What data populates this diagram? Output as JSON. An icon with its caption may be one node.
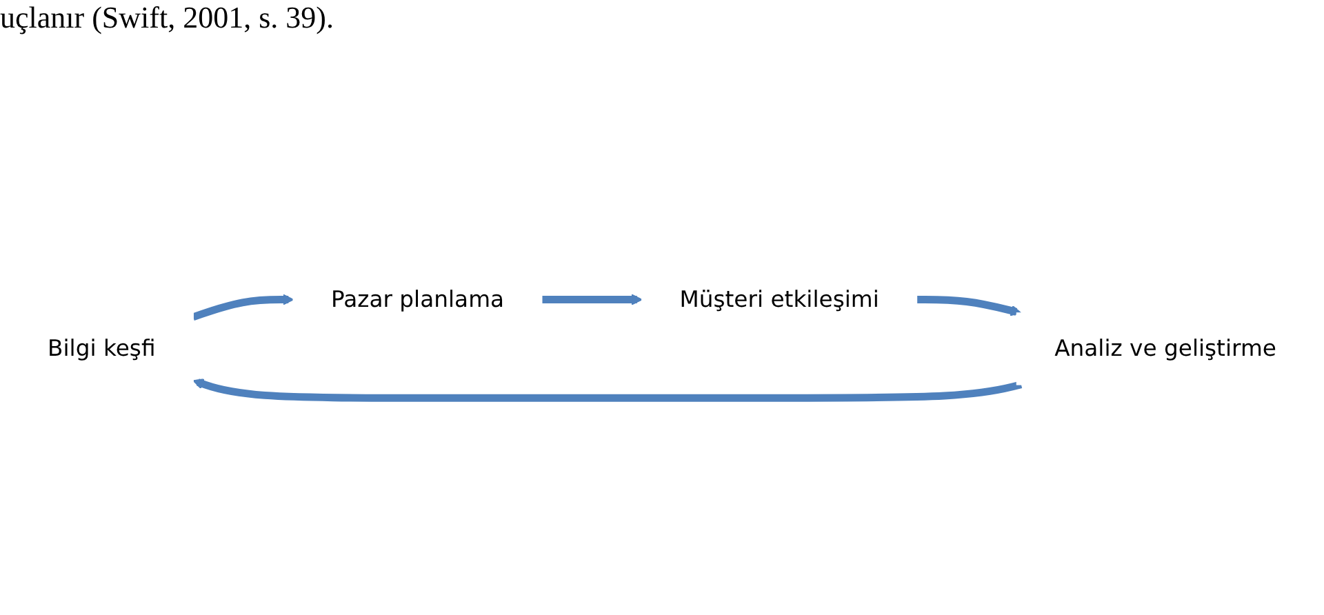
{
  "diagram": {
    "nodes": [
      {
        "text": [
          "Bilgi keşfi"
        ]
      },
      {
        "text": [
          "Pazar planlama"
        ]
      },
      {
        "text": [
          "Müşteri etkileşimi"
        ]
      },
      {
        "text": [
          "Analiz ve geliştirme"
        ]
      }
    ],
    "edges": [
      {
        "from": 0,
        "to": 1,
        "arrow": "to"
      },
      {
        "from": 1,
        "to": 2,
        "arrow": "to"
      },
      {
        "from": 2,
        "to": 3,
        "arrow": "to"
      },
      {
        "from": 3,
        "to": 0,
        "arrow": "to"
      }
    ],
    "labels": [
      "uçlanır (Swift, 2001, s. 39)."
    ]
  }
}
